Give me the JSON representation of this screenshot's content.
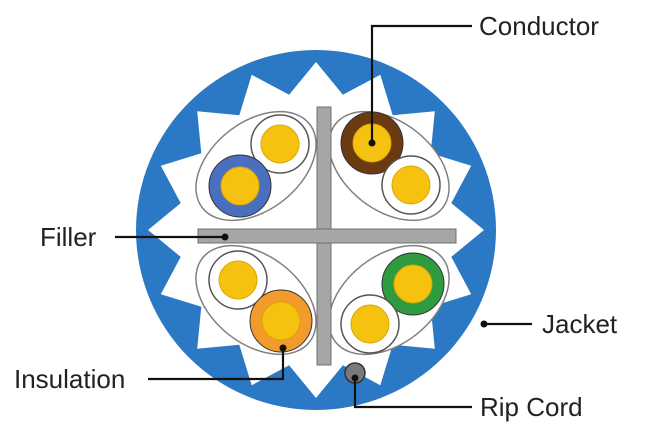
{
  "diagram": {
    "labels": {
      "conductor": "Conductor",
      "filler": "Filler",
      "jacket": "Jacket",
      "insulation": "Insulation",
      "rip_cord": "Rip Cord"
    },
    "colors": {
      "jacket": "#2b78c5",
      "jacket_inner": "#ffffff",
      "filler": "#a6a6a6",
      "filler_stroke": "#707070",
      "conductor": "#f5c20f",
      "conductor_stroke": "#d9a800",
      "pair_casing_stroke": "#808080",
      "pairs": [
        {
          "name": "blue pair",
          "solid": "#4b6fbf",
          "stripe": "#ffffff"
        },
        {
          "name": "brown pair",
          "solid": "#6b3a10",
          "stripe": "#ffffff"
        },
        {
          "name": "orange pair",
          "solid": "#f39a2c",
          "stripe": "#ffffff"
        },
        {
          "name": "green pair",
          "solid": "#2e9b3f",
          "stripe": "#ffffff"
        }
      ],
      "rip_cord": "#7a7a7a",
      "leader_line": "#111111"
    }
  }
}
